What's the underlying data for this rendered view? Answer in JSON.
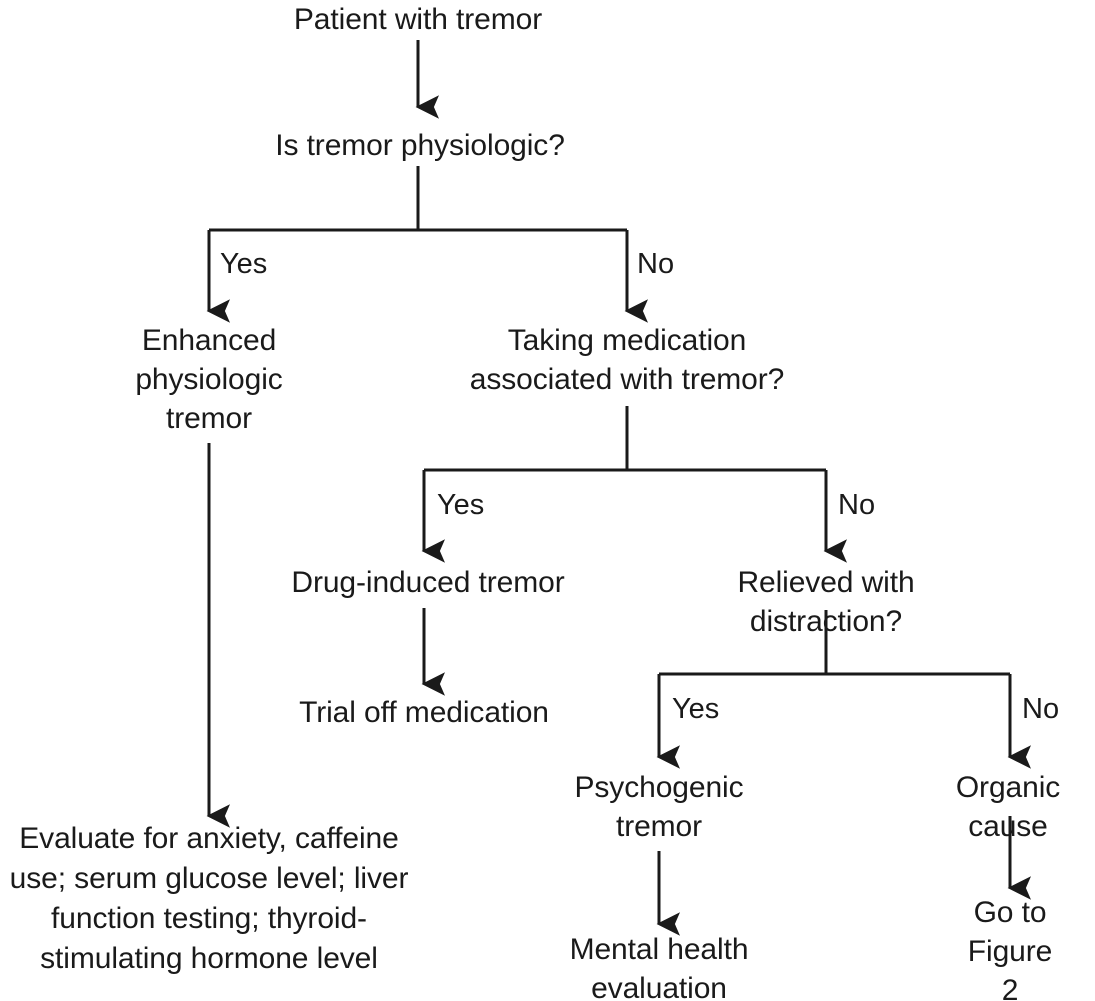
{
  "figure": {
    "kind": "clinical-decision-flowchart",
    "title": "Patient with tremor",
    "stroke_color": "#1a1a1a",
    "text_color": "#1a1a1a",
    "background": "#ffffff"
  },
  "nodes": [
    {
      "id": "start",
      "text": "Patient with tremor"
    },
    {
      "id": "q-physiologic",
      "text": "Is tremor physiologic?"
    },
    {
      "id": "enhanced",
      "text": "Enhanced\nphysiologic\ntremor"
    },
    {
      "id": "q-medication",
      "text": "Taking medication\nassociated with tremor?"
    },
    {
      "id": "drug-induced",
      "text": "Drug-induced tremor"
    },
    {
      "id": "trial-off",
      "text": "Trial off medication"
    },
    {
      "id": "q-distraction",
      "text": "Relieved with distraction?"
    },
    {
      "id": "psychogenic",
      "text": "Psychogenic\ntremor"
    },
    {
      "id": "organic",
      "text": "Organic cause"
    },
    {
      "id": "mental-health",
      "text": "Mental health\nevaluation"
    },
    {
      "id": "go-to-figure-2",
      "text": "Go to Figure 2"
    },
    {
      "id": "evaluate-labs",
      "text": "Evaluate for anxiety, caffeine\nuse; serum glucose level; liver\nfunction testing; thyroid-\nstimulating hormone level"
    }
  ],
  "edge_labels": [
    {
      "id": "physiologic-yes",
      "text": "Yes"
    },
    {
      "id": "physiologic-no",
      "text": "No"
    },
    {
      "id": "medication-yes",
      "text": "Yes"
    },
    {
      "id": "medication-no",
      "text": "No"
    },
    {
      "id": "distraction-yes",
      "text": "Yes"
    },
    {
      "id": "distraction-no",
      "text": "No"
    }
  ]
}
